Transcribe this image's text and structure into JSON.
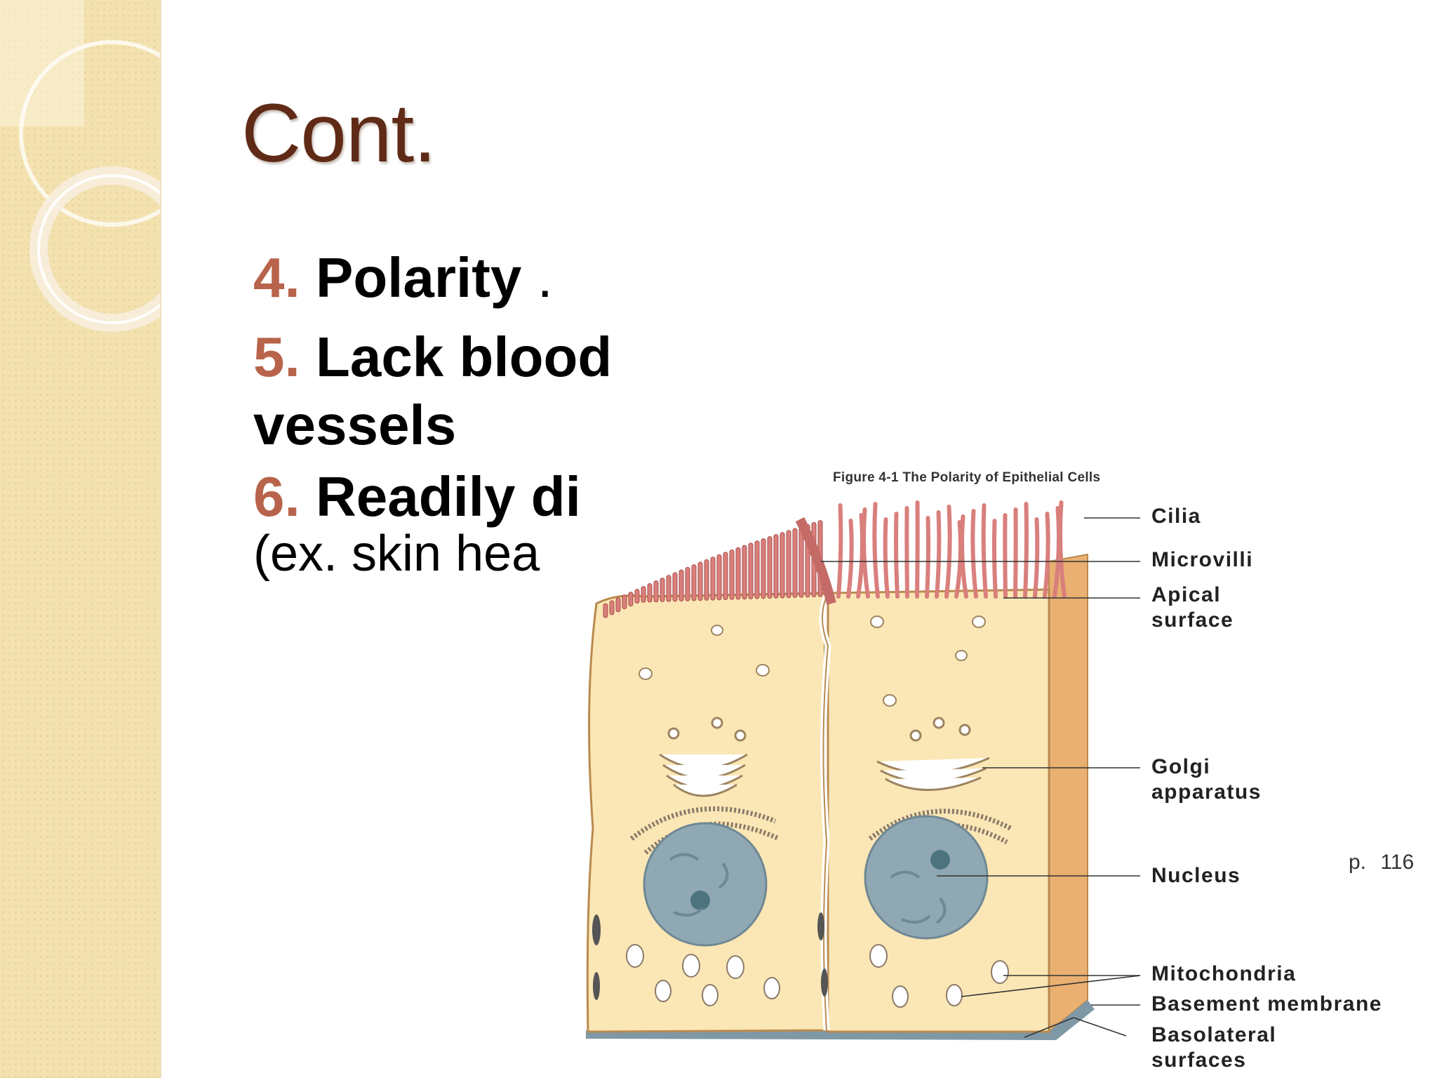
{
  "slide": {
    "title": "Cont.",
    "bullets": [
      {
        "number": "4.",
        "text": "Polarity",
        "suffix": " ."
      },
      {
        "number": "5.",
        "text": "Lack blood",
        "continuation": "vessels"
      },
      {
        "number": "6.",
        "text": "Readily di",
        "sub": "(ex. skin hea"
      }
    ]
  },
  "figure": {
    "caption": "Figure 4-1  The Polarity of Epithelial Cells",
    "labels": {
      "cilia": "Cilia",
      "microvilli": "Microvilli",
      "apical_1": "Apical",
      "apical_2": "surface",
      "golgi_1": "Golgi",
      "golgi_2": "apparatus",
      "nucleus": "Nucleus",
      "mitochondria": "Mitochondria",
      "basement": "Basement membrane",
      "basolateral_1": "Basolateral",
      "basolateral_2": "surfaces"
    },
    "page_ref": "p. 116"
  },
  "colors": {
    "title": "#5f2a16",
    "number_accent": "#b8634b",
    "cytoplasm": "#fbe7b5",
    "cell_side": "#e9b072",
    "cilia": "#d97f7c",
    "nucleus": "#8fa8b3",
    "sidebar": "#f3e2b0"
  }
}
